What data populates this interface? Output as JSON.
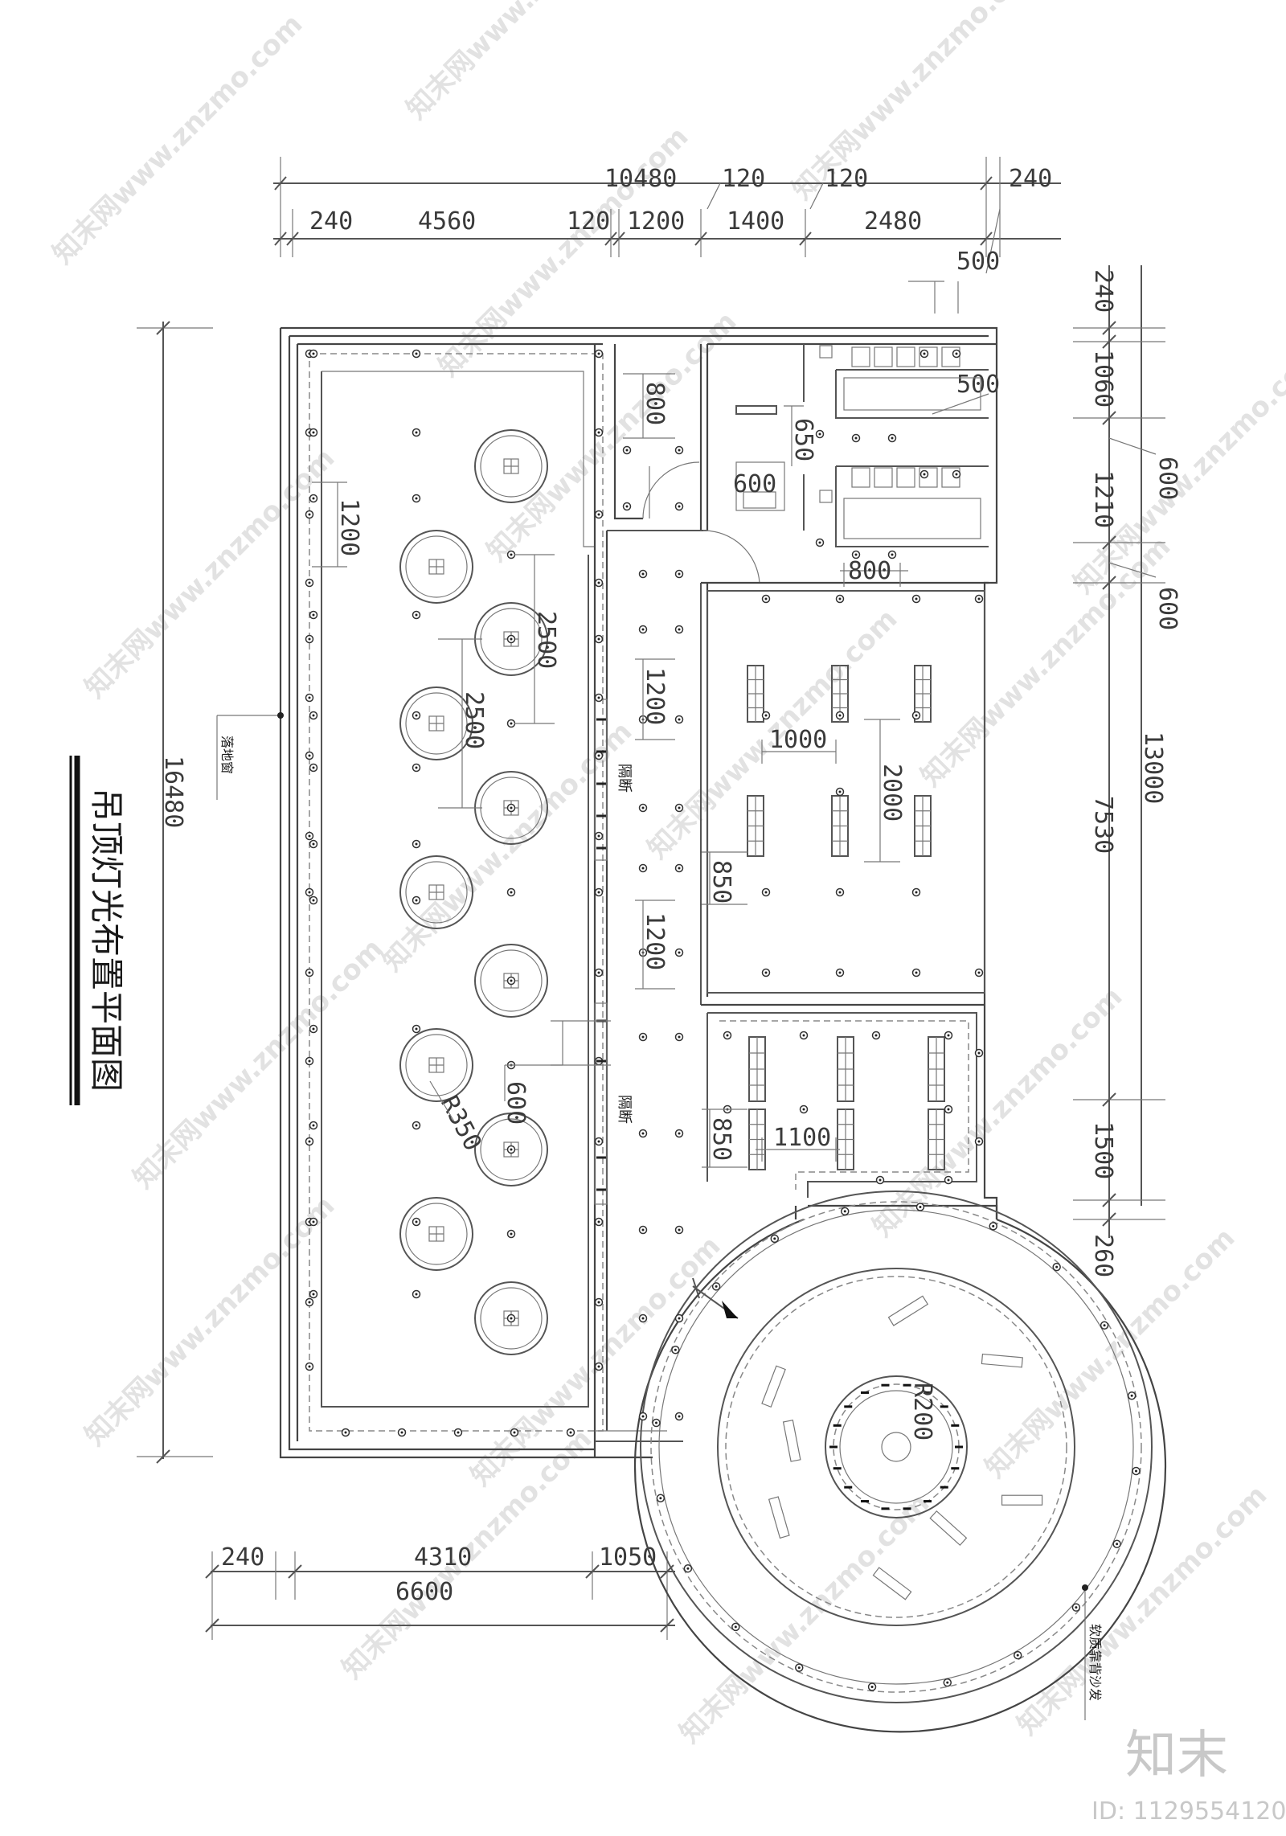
{
  "drawing": {
    "title": "吊顶灯光布置平面图",
    "labels": {
      "floor_window": "落地窗",
      "partition_1": "隔断",
      "partition_2": "隔断",
      "soft_seat": "软质靠背沙发",
      "radius_350": "R350",
      "radius_200": "R200"
    },
    "top_dims_row1": [
      "10480",
      "120",
      "120",
      "240"
    ],
    "top_dims_row2": [
      "240",
      "4560",
      "120",
      "1200",
      "1400",
      "2480"
    ],
    "top_dim_500a": "500",
    "top_dim_500b": "500",
    "right_dims": [
      "240",
      "1060",
      "1210",
      "600",
      "600",
      "13000",
      "7530",
      "1500",
      "260"
    ],
    "left_dim": "16480",
    "bottom_dims_row1": [
      "240",
      "4310",
      "1050"
    ],
    "bottom_dims_row2": "6600",
    "inner_dims": {
      "d1200a": "1200",
      "d2500a": "2500",
      "d2500b": "2500",
      "d600": "600",
      "d800": "800",
      "d650": "650",
      "d600b": "600",
      "d800b": "800",
      "d1200b": "1200",
      "d1200c": "1200",
      "d1000": "1000",
      "d2000": "2000",
      "d850a": "850",
      "d850b": "850",
      "d1100": "1100"
    }
  },
  "watermark": {
    "text": "知末网www.znzmo.com",
    "brand": "知末",
    "id_text": "ID: 1129554120"
  }
}
